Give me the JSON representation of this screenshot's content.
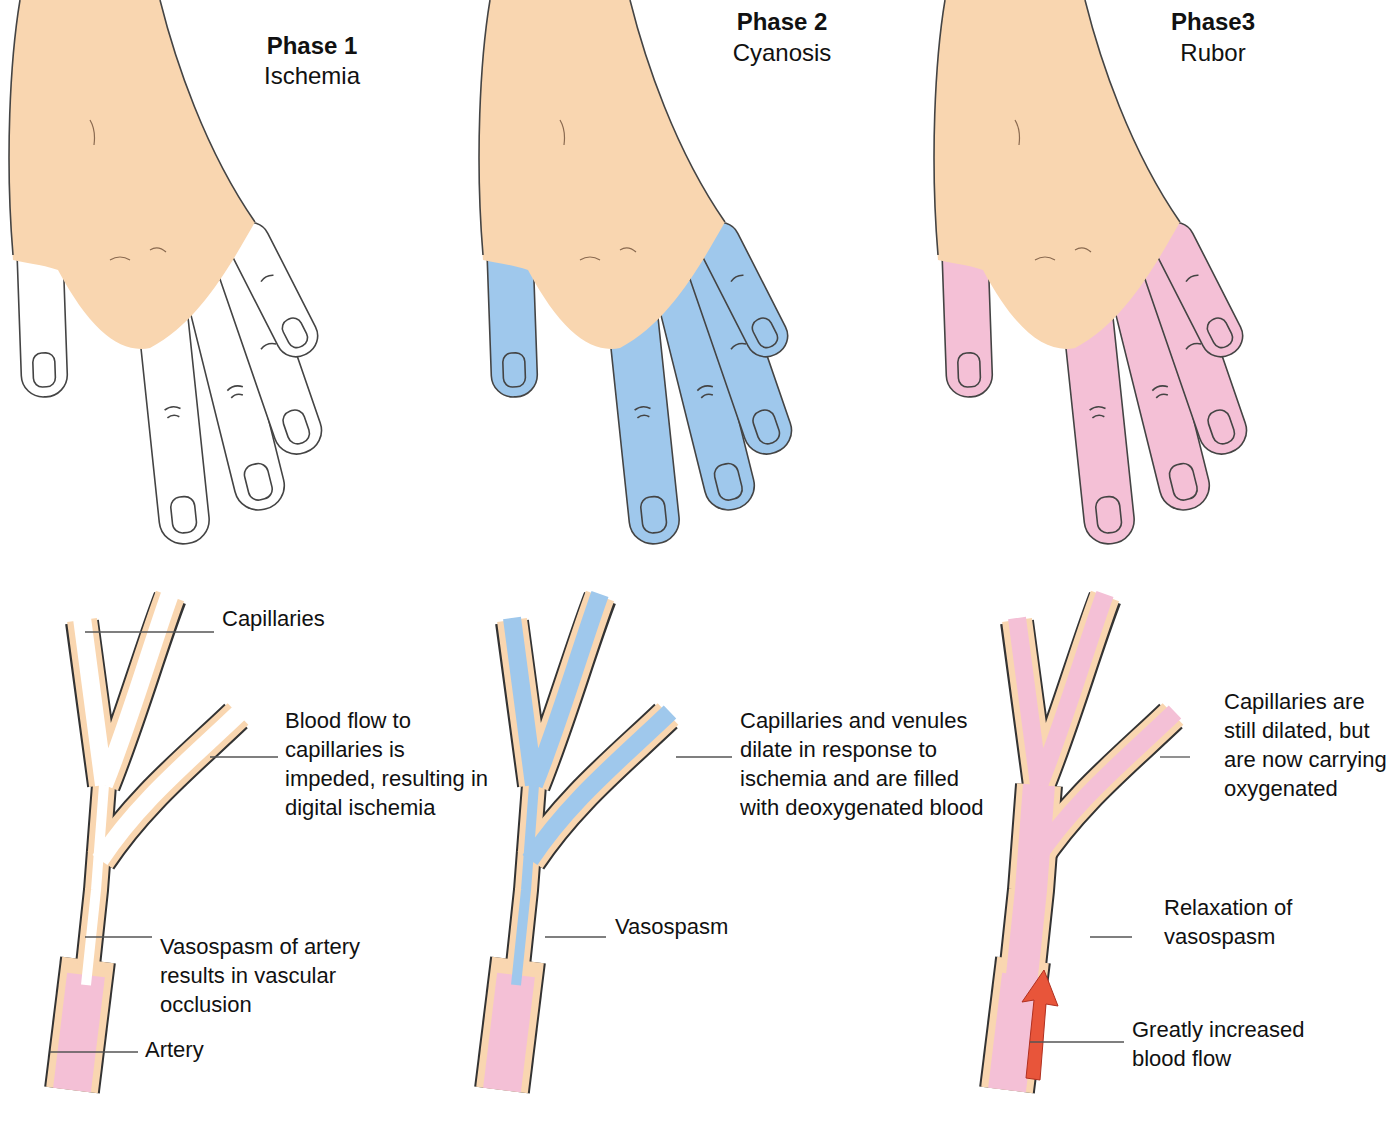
{
  "diagram": {
    "labels": [
      "Phase 1",
      "Ischemia",
      "Phase 2",
      "Cyanosis",
      "Phase3",
      "Rubor",
      "Capillaries",
      "Blood flow to capillaries is impeded, resulting in digital ischemia",
      "Vasospasm of artery results in vascular occlusion",
      "Artery",
      "Capillaries and venules dilate in response to ischemia and are filled with deoxygenated blood",
      "Vasospasm",
      "Capillaries are still dilated, but are now carrying oxygenated",
      "Relaxation of vasospasm",
      "Greatly increased blood flow"
    ]
  }
}
